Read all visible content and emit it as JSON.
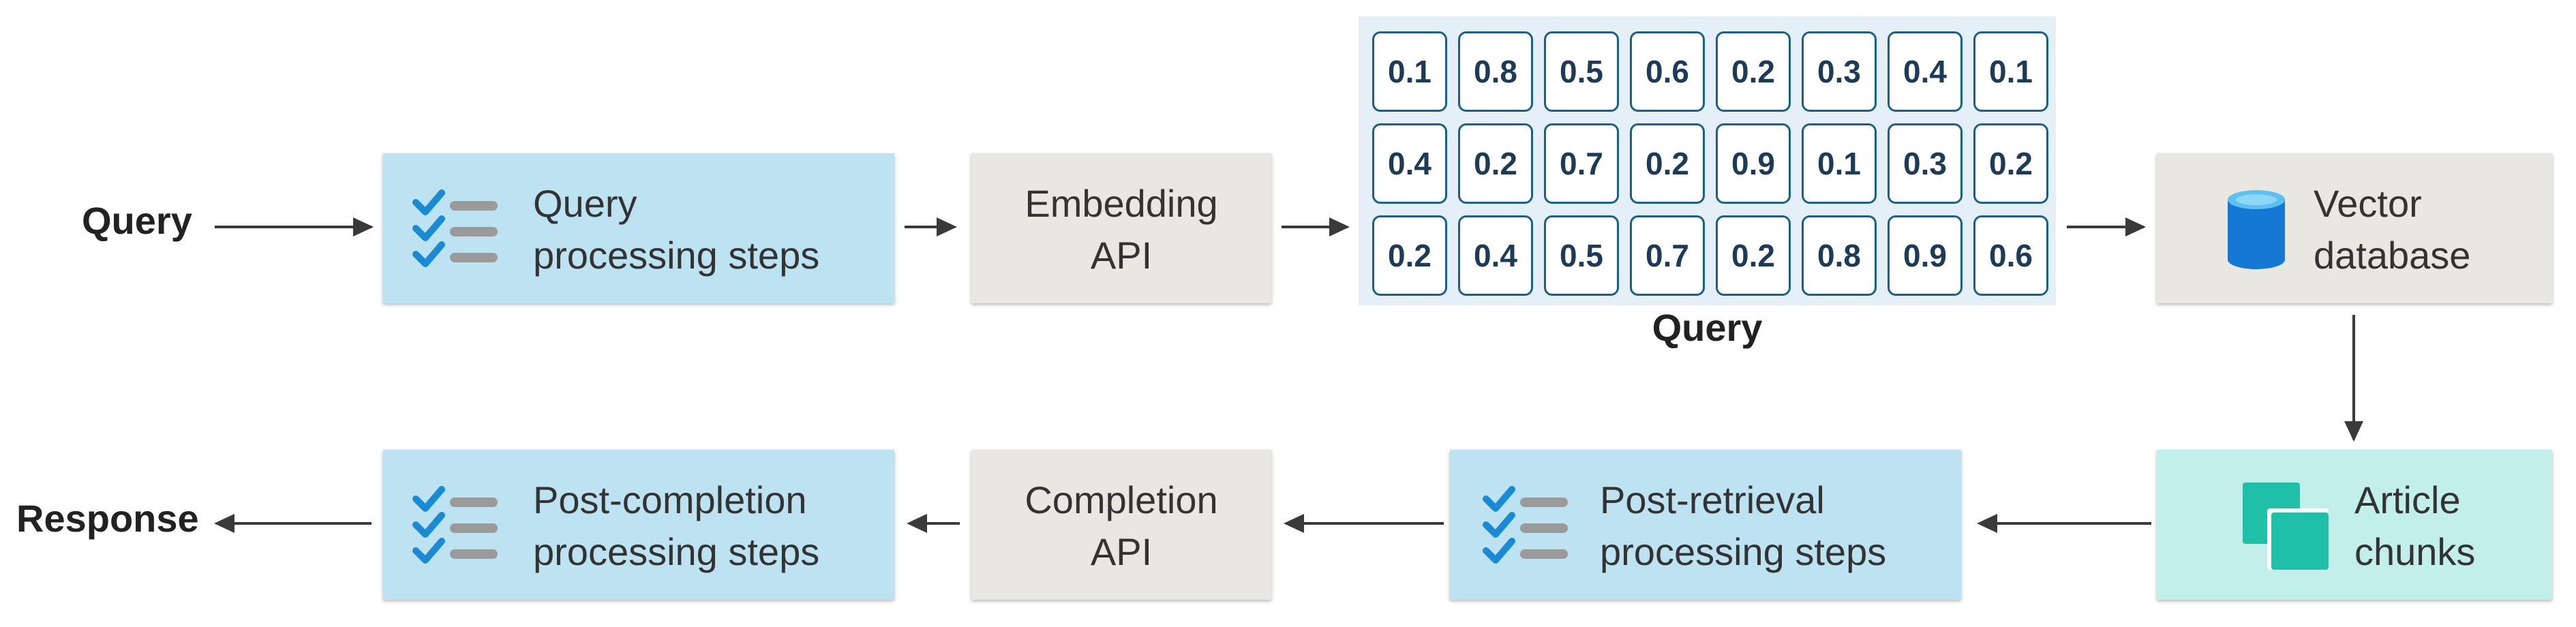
{
  "input_label": "Query",
  "output_label": "Response",
  "row1": {
    "query_processing": {
      "line1": "Query",
      "line2": "processing steps"
    },
    "embedding_api": {
      "line1": "Embedding",
      "line2": "API"
    },
    "vector_label": "Query",
    "vector_values": [
      [
        "0.1",
        "0.8",
        "0.5",
        "0.6",
        "0.2",
        "0.3",
        "0.4",
        "0.1"
      ],
      [
        "0.4",
        "0.2",
        "0.7",
        "0.2",
        "0.9",
        "0.1",
        "0.3",
        "0.2"
      ],
      [
        "0.2",
        "0.4",
        "0.5",
        "0.7",
        "0.2",
        "0.8",
        "0.9",
        "0.6"
      ]
    ],
    "vector_database": {
      "line1": "Vector",
      "line2": "database"
    }
  },
  "row2": {
    "article_chunks": {
      "line1": "Article",
      "line2": "chunks"
    },
    "post_retrieval": {
      "line1": "Post-retrieval",
      "line2": "processing steps"
    },
    "completion_api": {
      "line1": "Completion",
      "line2": "API"
    },
    "post_completion": {
      "line1": "Post-completion",
      "line2": "processing steps"
    }
  },
  "icons": {
    "checklist": "checklist-icon",
    "database": "database-icon",
    "documents": "documents-icon"
  },
  "colors": {
    "processing_box": "#bde3f2",
    "api_box": "#e8e7e2",
    "chunks_box": "#c2efe9",
    "check": "#1a8ad4",
    "vector_cell_border": "#1a5f87",
    "database": "#1478d4",
    "documents": "#1fbfa8"
  }
}
